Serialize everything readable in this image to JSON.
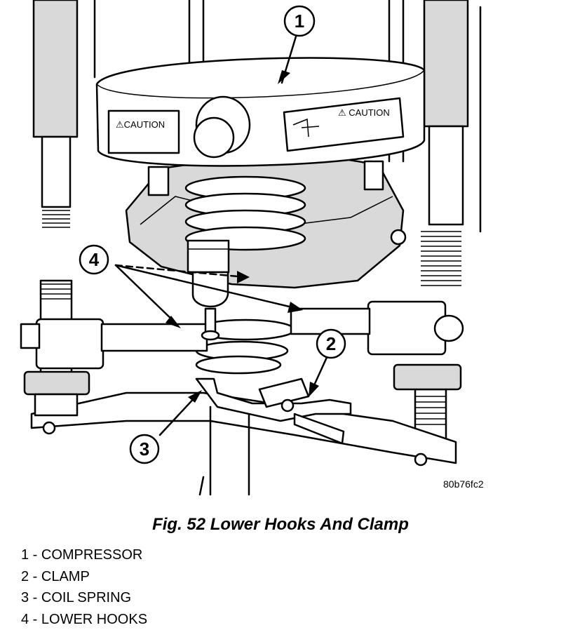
{
  "figure": {
    "ref_code": "80b76fc2",
    "title": "Fig. 52 Lower Hooks And Clamp",
    "caution_left": "⚠CAUTION",
    "caution_right": "⚠ CAUTION",
    "callouts": [
      {
        "number": "1"
      },
      {
        "number": "2"
      },
      {
        "number": "3"
      },
      {
        "number": "4"
      }
    ],
    "legend": [
      "1 - COMPRESSOR",
      "2 - CLAMP",
      "3 - COIL SPRING",
      "4 - LOWER HOOKS"
    ]
  }
}
